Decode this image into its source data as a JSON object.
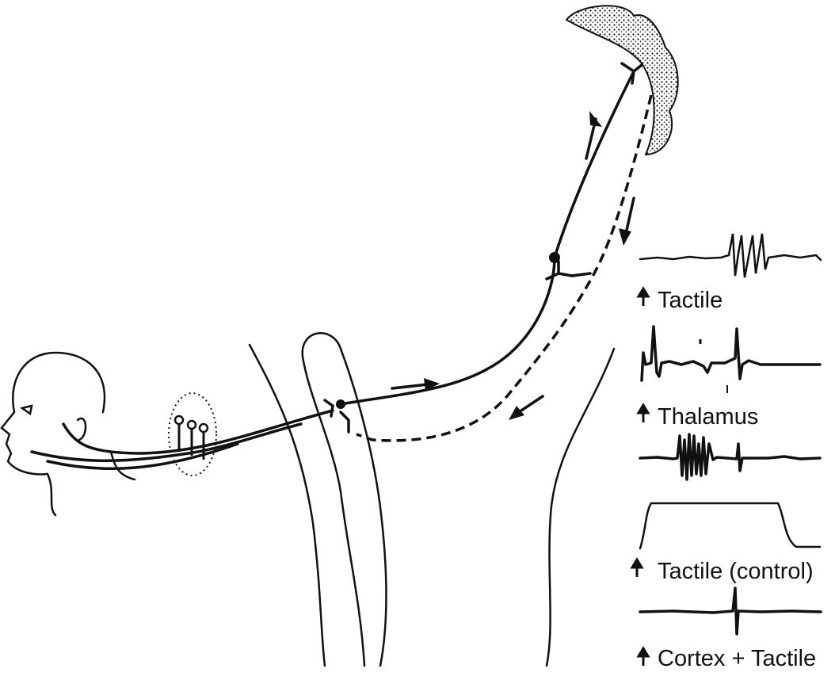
{
  "traces": [
    {
      "label": "Tactile"
    },
    {
      "label": "Thalamus"
    },
    {
      "label": "Tactile (control)"
    },
    {
      "label": "Cortex + Tactile"
    }
  ],
  "colors": {
    "ink": "#111111",
    "background": "#ffffff"
  }
}
